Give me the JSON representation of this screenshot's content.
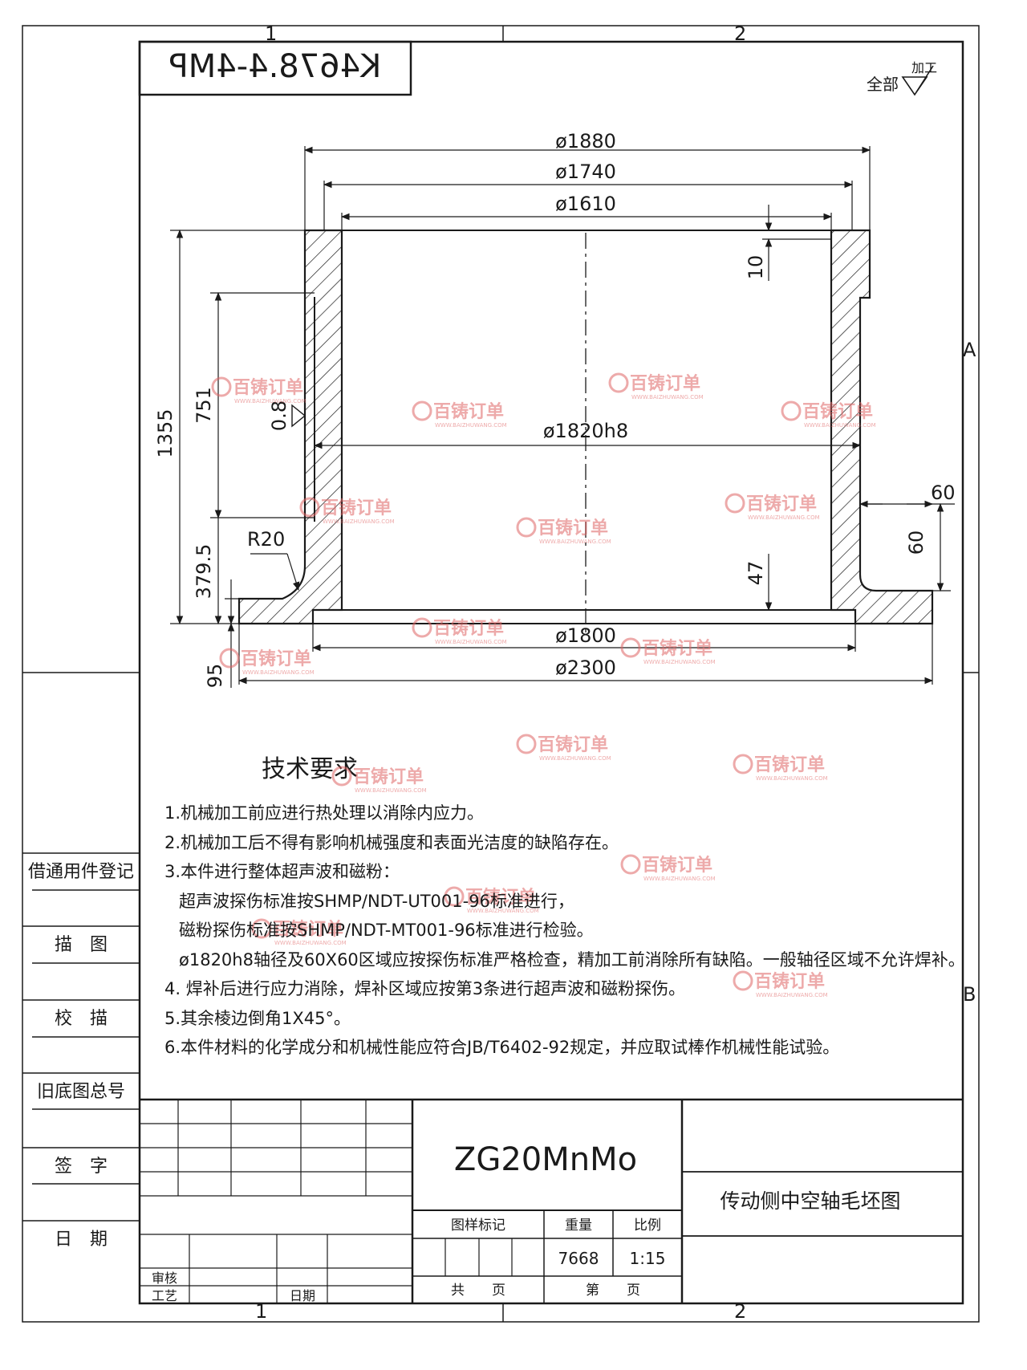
{
  "drawing_number_mirrored": "K4678.4-4MP",
  "zone_numbers": {
    "top_1": "1",
    "top_2": "2",
    "bottom_1": "1",
    "bottom_2": "2",
    "row_a": "A",
    "row_b": "B"
  },
  "surface_finish": {
    "all_label": "全部",
    "process_label": "加工",
    "local_value": "0.8"
  },
  "dimensions": {
    "d1880": "ø1880",
    "d1740": "ø1740",
    "d1610": "ø1610",
    "d1820": "ø1820h8",
    "d1800": "ø1800",
    "d2300": "ø2300",
    "h1355": "1355",
    "h751": "751",
    "h379": "379.5",
    "h95": "95",
    "h10": "10",
    "h47": "47",
    "w60a": "60",
    "w60b": "60",
    "r20": "R20"
  },
  "requirements": {
    "title": "技术要求",
    "lines": [
      "1.机械加工前应进行热处理以消除内应力。",
      "2.机械加工后不得有影响机械强度和表面光洁度的缺陷存在。",
      "3.本件进行整体超声波和磁粉：",
      "超声波探伤标准按SHMP/NDT-UT001-96标准进行，",
      "磁粉探伤标准按SHMP/NDT-MT001-96标准进行检验。",
      "ø1820h8轴径及60X60区域应按探伤标准严格检查，精加工前消除所有缺陷。一般轴径区域不允许焊补。",
      "4. 焊补后进行应力消除，焊补区域应按第3条进行超声波和磁粉探伤。",
      "5.其余棱边倒角1X45°。",
      "6.本件材料的化学成分和机械性能应符合JB/T6402-92规定，并应取试棒作机械性能试验。"
    ]
  },
  "side_block": [
    "借通用件登记",
    "描　图",
    "校　描",
    "旧底图总号",
    "签　字",
    "日　期"
  ],
  "title_block": {
    "material": "ZG20MnMo",
    "part_name": "传动侧中空轴毛坯图",
    "pattern_mark_label": "图样标记",
    "weight_label": "重量",
    "scale_label": "比例",
    "weight_value": "7668",
    "scale_value": "1:15",
    "total_sheets_label": "共　　页",
    "sheet_label": "第　　页",
    "review_label": "审核",
    "process_label": "工艺",
    "date_label": "日期"
  },
  "watermark": {
    "brand": "百铸订单",
    "url": "WWW.BAIZHUWANG.COM",
    "color": "#e06666"
  }
}
